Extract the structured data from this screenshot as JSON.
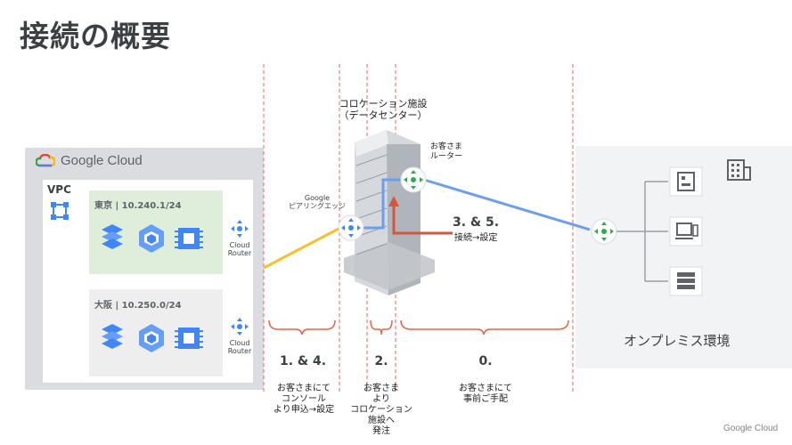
{
  "title": "接続の概要",
  "google_cloud": {
    "logo_text": "Google Cloud",
    "vpc_label": "VPC"
  },
  "regions": [
    {
      "label": "東京 | 10.240.1/24",
      "router": "Cloud\nRouter"
    },
    {
      "label": "大阪 | 10.250.0/24",
      "router": "Cloud\nRouter"
    }
  ],
  "colocation": {
    "title_line1": "コロケーション施設",
    "title_line2": "（データセンター）"
  },
  "peering_edge": {
    "line1": "Google",
    "line2": "ピアリングエッジ"
  },
  "customer_router": {
    "line1": "お客さま",
    "line2": "ルーター"
  },
  "step_arrow": {
    "number": "3. & 5.",
    "text": "接続→設定"
  },
  "steps": [
    {
      "number": "1. & 4.",
      "lines": [
        "お客さまにて",
        "コンソール",
        "より申込→設定"
      ]
    },
    {
      "number": "2.",
      "lines": [
        "お客さま",
        "より",
        "コロケーション",
        "施設へ",
        "発注"
      ]
    },
    {
      "number": "0.",
      "lines": [
        "お客さまにて",
        "事前ご手配"
      ]
    }
  ],
  "onprem_label": "オンプレミス環境",
  "footer": "Google Cloud",
  "colors": {
    "dashed": "#e06666",
    "yellow": "#f1c232",
    "blue": "#6d9eeb",
    "red": "#d9553d",
    "green": "#34a853",
    "brace": "#e0664b"
  },
  "icons": [
    "cloud-logo-icon",
    "vpc-icon",
    "compute-icon",
    "kubernetes-icon",
    "cpu-icon",
    "cloud-router-icon",
    "building-icon",
    "datacenter-tower-icon",
    "peering-edge-icon",
    "customer-router-icon",
    "server-icon",
    "laptop-icon",
    "rack-icon"
  ]
}
